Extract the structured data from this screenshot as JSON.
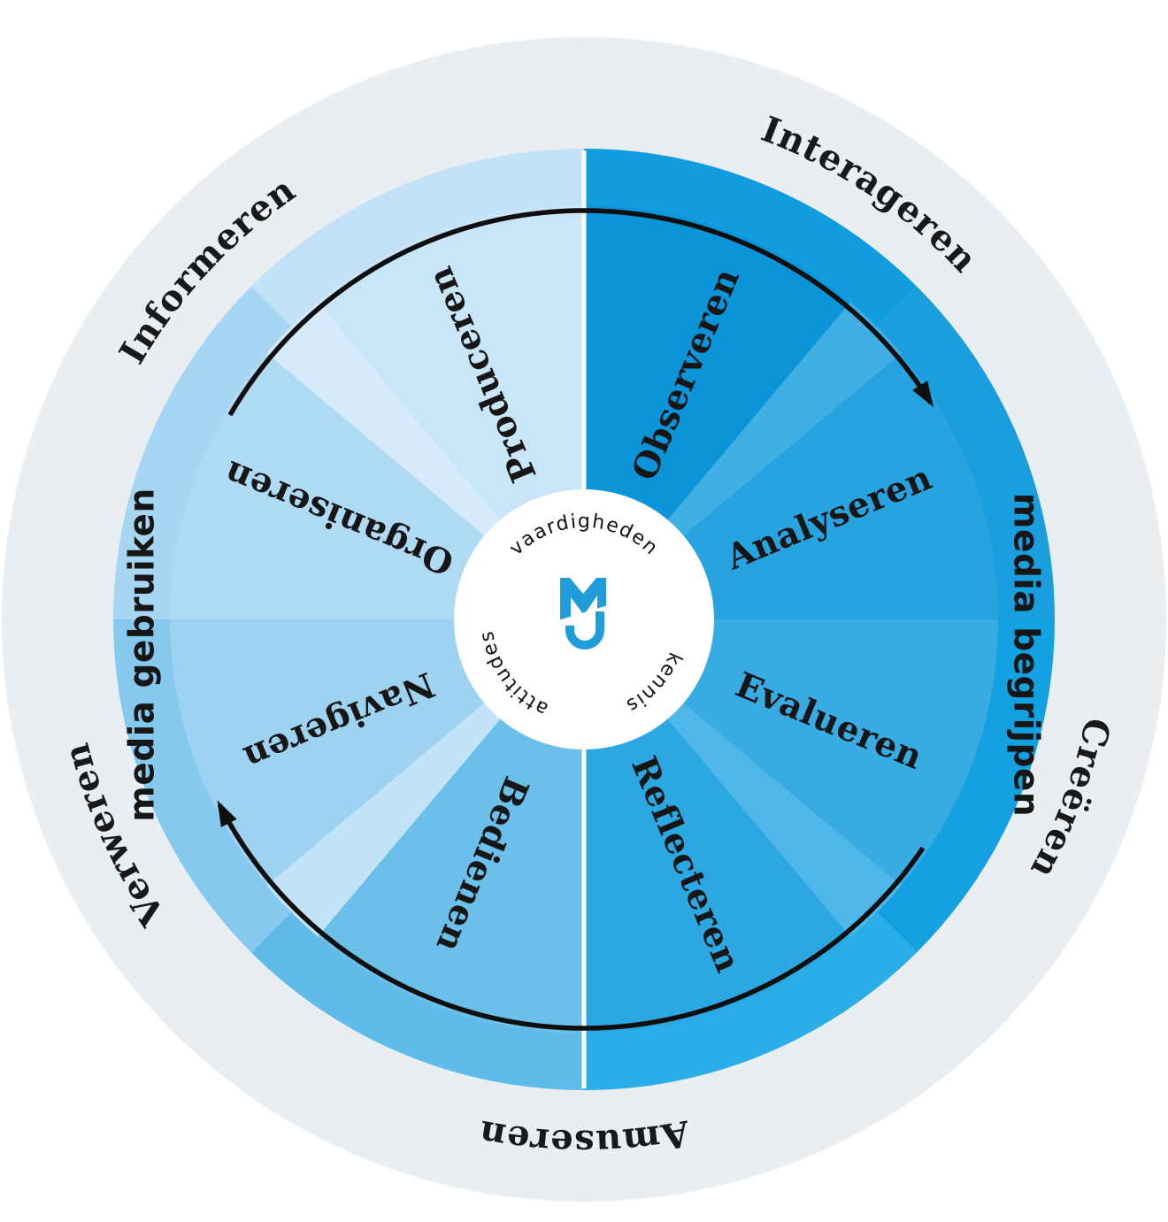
{
  "outer_ring": {
    "informeren": "Informeren",
    "interageren": "Interageren",
    "creeren": "Creëren",
    "amuseren": "Amuseren",
    "verweren": "Verweren"
  },
  "right_half": {
    "band_label": "media begrijpen",
    "segments": {
      "observeren": "Observeren",
      "analyseren": "Analyseren",
      "evalueren": "Evalueren",
      "reflecteren": "Reflecteren"
    }
  },
  "left_half": {
    "band_label": "media gebruiken",
    "segments": {
      "produceren": "Produceren",
      "organiseren": "Organiseren",
      "navigeren": "Navigeren",
      "bedienen": "Bedienen"
    }
  },
  "center": {
    "vaardigheden": "vaardigheden",
    "attitudes": "attitudes",
    "kennis": "kennis"
  },
  "colors": {
    "ring_bg": "#E9EEF2",
    "text": "#161616",
    "arrow": "#0F0F0F",
    "divider": "#FFFFFF",
    "center_bg": "#FFFFFF",
    "logo_blue": "#1F9CD9",
    "band": {
      "observeren": "#119CDF",
      "analyseren": "#1A9EDE",
      "evalueren": "#14A1E2",
      "reflecteren": "#2BAEE8",
      "bedienen": "#5FBCE9",
      "navigeren": "#85C9EE",
      "organiseren": "#A7D6F2",
      "produceren": "#C3E2F7"
    },
    "inner": {
      "observeren": "#0C94D9",
      "analyseren": "#27A3DF",
      "evalueren": "#38ABE3",
      "reflecteren": "#2BA7E1",
      "bedienen": "#6BC0EA",
      "navigeren": "#9ED2F1",
      "organiseren": "#AFDAF4",
      "produceren": "#C9E5F8"
    },
    "separator": {
      "right_top": "#3FAFE4",
      "right_bottom": "#4FB7E8",
      "left_bottom": "#C3E4F8",
      "left_top": "#D5EAFA"
    }
  }
}
